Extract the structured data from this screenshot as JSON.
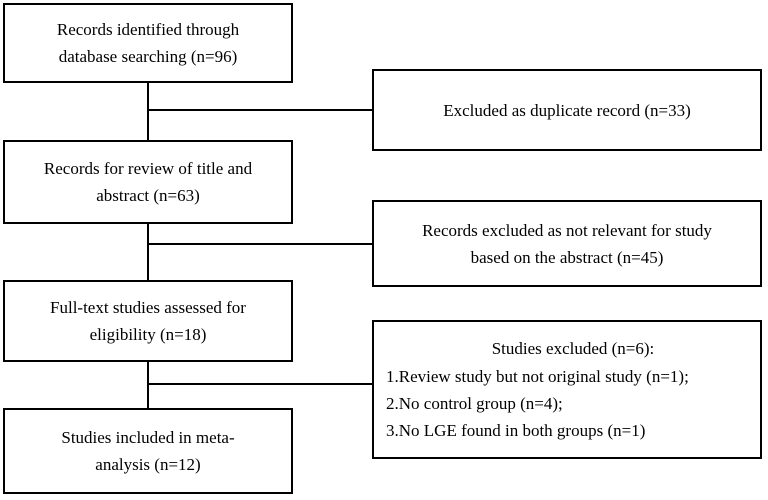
{
  "flow": {
    "records_identified": {
      "lines": [
        "Records identified through",
        "database searching (n=96)"
      ]
    },
    "excluded_duplicate": {
      "lines": [
        "Excluded as duplicate record (n=33)"
      ]
    },
    "records_review": {
      "lines": [
        "Records for review of title and",
        "abstract (n=63)"
      ]
    },
    "excluded_not_relevant": {
      "lines": [
        "Records excluded as not relevant for study",
        "based on the abstract (n=45)"
      ]
    },
    "fulltext_assessed": {
      "lines": [
        "Full-text studies assessed for",
        "eligibility (n=18)"
      ]
    },
    "studies_excluded": {
      "heading": "Studies excluded (n=6):",
      "items": [
        "1.Review study but not original study (n=1);",
        "2.No control group (n=4);",
        "3.No LGE found in both groups (n=1)"
      ]
    },
    "studies_included": {
      "lines": [
        "Studies included in meta-",
        "analysis (n=12)"
      ]
    }
  }
}
